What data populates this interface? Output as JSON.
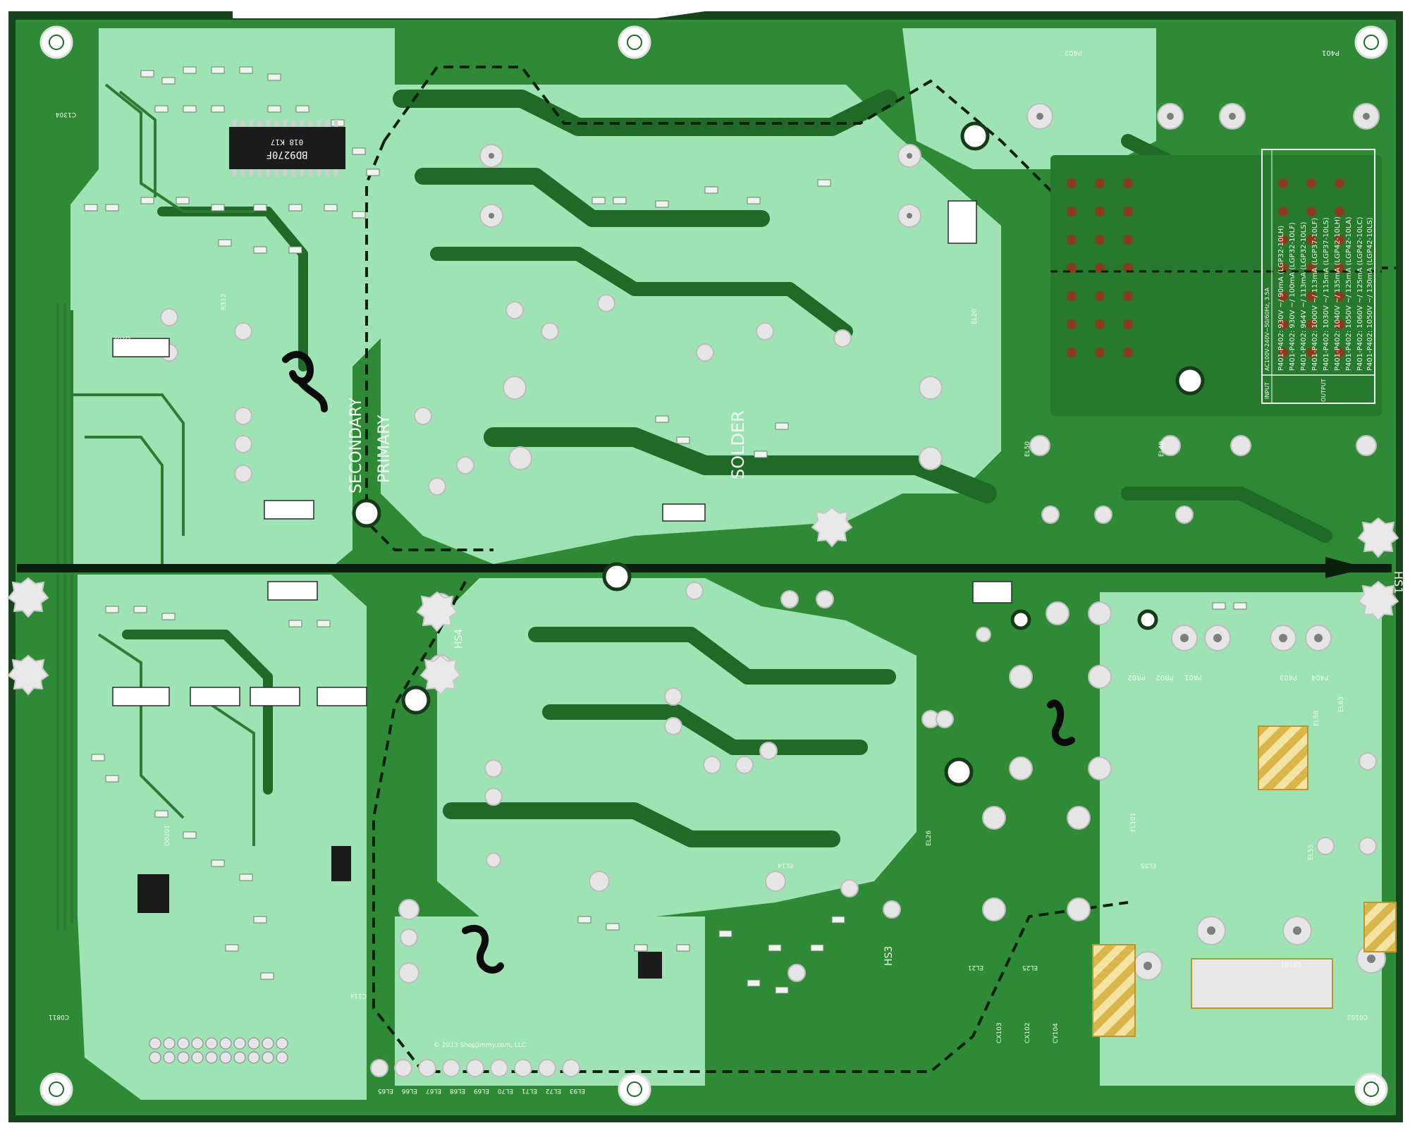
{
  "image": {
    "subject": "pcb-board-underside"
  },
  "colors": {
    "board_dark": "#1e6a26",
    "board_mid": "#2f8a36",
    "board_light": "#9ee3b3",
    "copper_pad": "#e6e6e6",
    "silkscreen": "#f4fff4",
    "edge_dark": "#16451b",
    "gold_contact": "#d8b64a"
  },
  "text": {
    "secondary": "SECONDARY",
    "primary": "PRIMARY",
    "solder": "SOLDER",
    "ic_main": "BD9270F",
    "ic_sub": "018 K17",
    "hs1": "HS1",
    "hs3": "HS3",
    "hs4": "HS4",
    "copyright": "© 2013 ShopJimmy.com, LLC"
  },
  "spec_table": {
    "rows": [
      "INPUT",
      "AC100V-240V~50/60Hz, 3.5A",
      "OUTPUT",
      "P401-P402: 930V ~/ 90mA (LGP32-10LH)",
      "P401-P402: 930V ~/ 100mA (LGP32-10LF)",
      "P401-P402: 964V ~/ 113mA (LGP32-10LS)",
      "P401-P402: 1000V ~/ 113mA (LGP37-10LF)",
      "P401-P402: 1030V ~/ 115mA (LGP37-10LS)",
      "P401-P402: 1040V ~/ 135mA (LGP42-10LH)",
      "P401-P402: 1050V ~/ 125mA (LGP42-10LA)",
      "P401-P402: 1060V ~/ 125mA (LGP42-10LC)",
      "P401-P402: 1050V ~/ 130mA (LGP42-10LS)"
    ]
  },
  "bottom_labels": [
    "EL93",
    "EL72",
    "EL71",
    "EL70",
    "EL69",
    "EL68",
    "EL67",
    "EL66",
    "EL65"
  ],
  "connector_labels": [
    "P401",
    "P402",
    "P403",
    "P404",
    "PA01",
    "PB02",
    "PR02"
  ],
  "ref_labels": [
    "C1304",
    "C0811",
    "D0201",
    "Q202",
    "C0102",
    "R312",
    "C114",
    "FL101",
    "EL53",
    "EL58",
    "EL63",
    "EL55",
    "EL49",
    "EL50",
    "EL14",
    "EL20",
    "EL21",
    "EL26",
    "EL25",
    "LB101",
    "CX103",
    "CX102",
    "CY104"
  ]
}
